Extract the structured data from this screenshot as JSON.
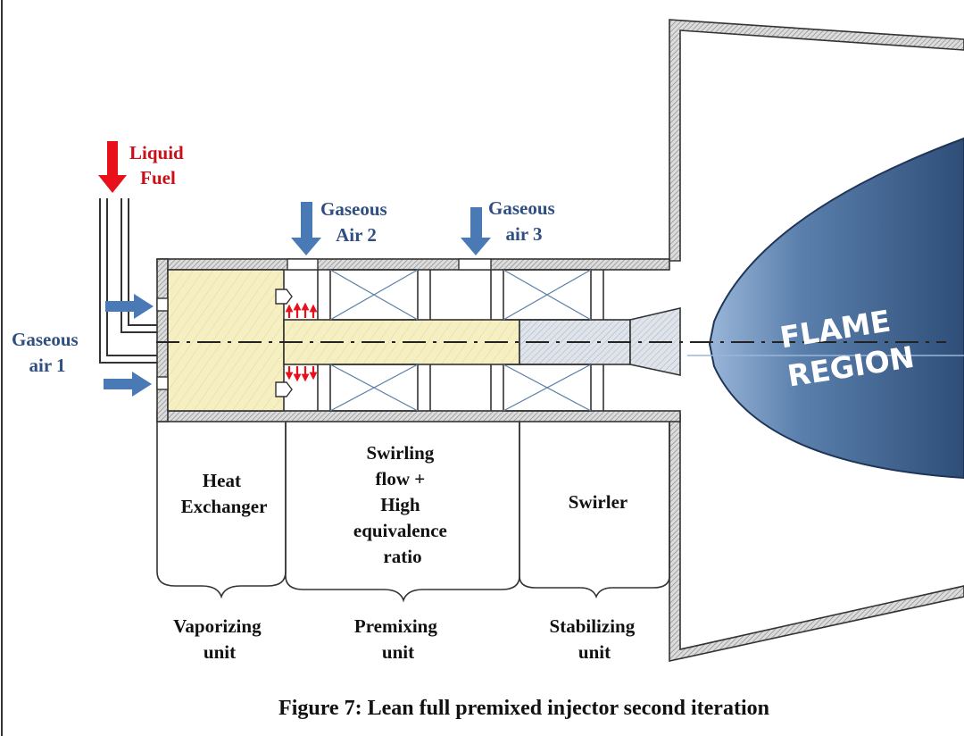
{
  "labels": {
    "liquid_fuel": [
      "Liquid",
      "Fuel"
    ],
    "gaseous_air_1": [
      "Gaseous",
      "air 1"
    ],
    "gaseous_air_2": [
      "Gaseous",
      "Air 2"
    ],
    "gaseous_air_3": [
      "Gaseous",
      "air 3"
    ],
    "flame_region": [
      "FLAME",
      "REGION"
    ],
    "heat_exchanger": [
      "Heat",
      "Exchanger"
    ],
    "swirling_flow": [
      "Swirling",
      "flow +",
      "High",
      "equivalence",
      "ratio"
    ],
    "swirler": [
      "Swirler"
    ],
    "vaporizing_unit": [
      "Vaporizing",
      "unit"
    ],
    "premixing_unit": [
      "Premixing",
      "unit"
    ],
    "stabilizing_unit": [
      "Stabilizing",
      "unit"
    ]
  },
  "caption": "Figure 7: Lean full premixed injector second iteration",
  "colors": {
    "air_arrow": "#4a7ab5",
    "fuel_arrow": "#e8101a",
    "fuel_label": "#c8101a",
    "air_label": "#2f4f80",
    "heat_exchanger_fill": "#f5efc2",
    "nozzle_fill": "#d9dee6",
    "flame_dark": "#2e4e78",
    "flame_light": "#9ab6d9"
  }
}
